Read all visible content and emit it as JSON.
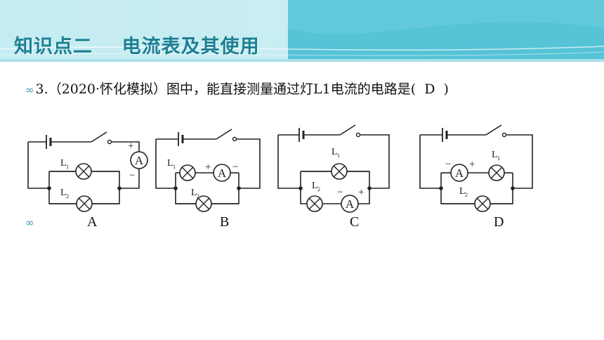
{
  "header": {
    "title": "知识点二    电流表及其使用"
  },
  "question": {
    "bullet": "∞",
    "number": "3.",
    "text": "（2020·怀化模拟）图中，能直接测量通过灯L1电流的电路是(  D  )"
  },
  "options": {
    "bullet": "∞",
    "labels": [
      "A",
      "B",
      "C",
      "D"
    ]
  },
  "circuit": {
    "ammeter_symbol": "A",
    "plus": "+",
    "minus": "−",
    "lamp1": "L",
    "lamp1_sub": "1",
    "lamp2": "L",
    "lamp2_sub": "2"
  },
  "colors": {
    "title": "#1c7f93",
    "header_bg": "#5cc7d9",
    "bullet": "#2d9bb0"
  }
}
